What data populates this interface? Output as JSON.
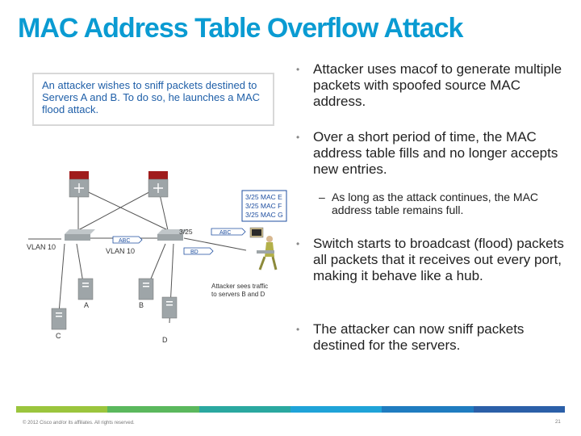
{
  "slide": {
    "title": "MAC Address Table Overflow Attack",
    "callout": "An attacker wishes to sniff packets destined to Servers A and B. To do so, he launches a MAC flood attack.",
    "bullets": [
      "Attacker uses macof to generate multiple packets with spoofed source MAC address.",
      "Over a short period of time, the MAC address table fills and no longer accepts new entries.",
      "Switch starts to broadcast (flood) packets all packets that it receives out every port, making it behave like a hub.",
      "The attacker can now sniff packets destined for the servers."
    ],
    "sub_bullet": "As long as the attack continues, the MAC address table remains full.",
    "bullet_symbol": "•",
    "dash_symbol": "–"
  },
  "diagram": {
    "mac_table_entries": [
      "3/25 MAC E",
      "3/25 MAC F",
      "3/25 MAC G"
    ],
    "port_label": "3/25",
    "abc_label_left": "ABC",
    "abc_label_right": "ABC",
    "vlan_left": "VLAN 10",
    "vlan_center": "VLAN 10",
    "bd_label": "BD",
    "attacker_caption_line1": "Attacker sees traffic",
    "attacker_caption_line2": "to servers B and D",
    "server_labels": [
      "A",
      "B",
      "C",
      "D"
    ]
  },
  "footer": {
    "copyright": "© 2012 Cisco and/or its affiliates. All rights reserved.",
    "page_number": "21",
    "bar_colors": [
      "#9bc53d",
      "#5bb85d",
      "#2aa8a0",
      "#1fa3d8",
      "#1f7cc0",
      "#2b5fa8"
    ]
  },
  "colors": {
    "title": "#0a9bd2",
    "callout_text": "#1f5fa8",
    "router_red": "#a01c1c",
    "device_gray": "#9ea5a8",
    "link_gray": "#555555"
  }
}
